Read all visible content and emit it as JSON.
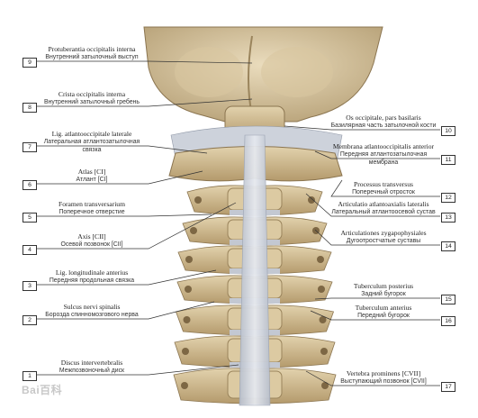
{
  "left_labels": [
    {
      "num": "9",
      "lat": "Protuberantia occipitalis interna",
      "ru": "Внутренний затылочный выступ"
    },
    {
      "num": "8",
      "lat": "Crista occipitalis interna",
      "ru": "Внутренний затылочный гребень"
    },
    {
      "num": "7",
      "lat": "Lig. atlantooccipitale laterale",
      "ru": "Латеральная атлантозатылочная связка"
    },
    {
      "num": "6",
      "lat": "Atlas [CI]",
      "ru": "Атлант [CI]"
    },
    {
      "num": "5",
      "lat": "Foramen transversarium",
      "ru": "Поперечное отверстие"
    },
    {
      "num": "4",
      "lat": "Axis [CII]",
      "ru": "Осевой позвонок [CII]"
    },
    {
      "num": "3",
      "lat": "Lig. longitudinale anterius",
      "ru": "Передняя продольная связка"
    },
    {
      "num": "2",
      "lat": "Sulcus nervi spinalis",
      "ru": "Борозда спинномозгового нерва"
    },
    {
      "num": "1",
      "lat": "Discus intervertebralis",
      "ru": "Межпозвоночный диск"
    }
  ],
  "right_labels": [
    {
      "num": "10",
      "lat": "Os occipitale, pars basilaris",
      "ru": "Базилярная часть затылочной кости"
    },
    {
      "num": "11",
      "lat": "Membrana atlantooccipitalis anterior",
      "ru": "Передняя атлантозатылочная мембрана"
    },
    {
      "num": "12",
      "lat": "Processus transversus",
      "ru": "Поперечный отросток"
    },
    {
      "num": "13",
      "lat": "Articulatio atlantoaxialis lateralis",
      "ru": "Латеральный атлантоосевой сустав"
    },
    {
      "num": "14",
      "lat": "Articulationes zygapophysiales",
      "ru": "Дугоотростчатые суставы"
    },
    {
      "num": "15",
      "lat": "Tuberculum posterius",
      "ru": "Задний бугорок"
    },
    {
      "num": "16",
      "lat": "Tuberculum anterius",
      "ru": "Передний бугорок"
    },
    {
      "num": "17",
      "lat": "Vertebra prominens [CVII]",
      "ru": "Выступающий позвонок [CVII]"
    }
  ],
  "watermark": "Bai百科",
  "colors": {
    "bone": "#c9b48a",
    "bone_dark": "#9c8357",
    "ligament": "#c7ccd6",
    "leader": "#333333"
  }
}
